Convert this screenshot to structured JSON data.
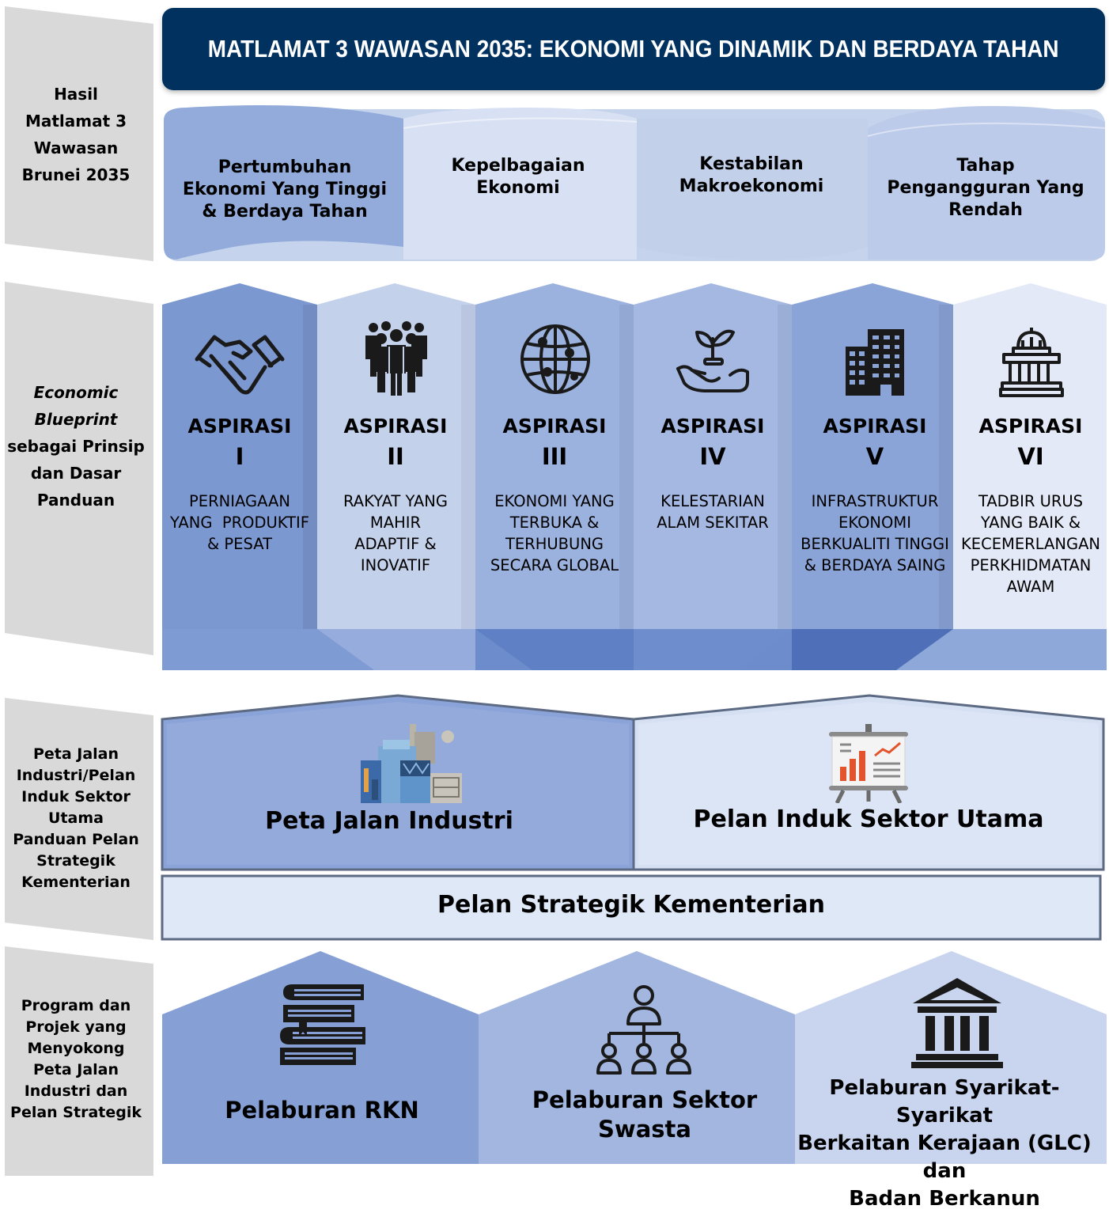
{
  "title": "MATLAMAT 3 WAWASAN 2035: EKONOMI YANG DINAMIK DAN BERDAYA TAHAN",
  "side": {
    "outcomes": [
      "Hasil",
      "Matlamat 3",
      "Wawasan",
      "Brunei 2035"
    ],
    "blueprint": {
      "italic": [
        "Economic",
        "Blueprint"
      ],
      "rest": [
        "sebagai Prinsip",
        "dan Dasar",
        "Panduan"
      ]
    },
    "roadmaps": [
      "Peta Jalan",
      "Industri/Pelan",
      "Induk Sektor",
      "Utama",
      "Panduan Pelan",
      "Strategik",
      "Kementerian"
    ],
    "programs": [
      "Program dan",
      "Projek yang",
      "Menyokong",
      "Peta Jalan",
      "Industri dan",
      "Pelan Strategik"
    ]
  },
  "outcomes": [
    {
      "label": "Pertumbuhan Ekonomi Yang Tinggi & Berdaya Tahan"
    },
    {
      "label": "Kepelbagaian Ekonomi"
    },
    {
      "label": "Kestabilan Makroekonomi"
    },
    {
      "label": "Tahap Pengangguran Yang Rendah"
    }
  ],
  "aspirations": [
    {
      "title": "ASPIRASI",
      "numeral": "I",
      "icon": "handshake-icon",
      "desc": [
        "PERNIAGAAN",
        "YANG  PRODUKTIF",
        "& PESAT"
      ]
    },
    {
      "title": "ASPIRASI",
      "numeral": "II",
      "icon": "people-group-icon",
      "desc": [
        "RAKYAT YANG",
        "MAHIR",
        "ADAPTIF &",
        "INOVATIF"
      ]
    },
    {
      "title": "ASPIRASI",
      "numeral": "III",
      "icon": "globe-network-icon",
      "desc": [
        "EKONOMI YANG",
        "TERBUKA &",
        "TERHUBUNG",
        "SECARA GLOBAL"
      ]
    },
    {
      "title": "ASPIRASI",
      "numeral": "IV",
      "icon": "hand-plant-icon",
      "desc": [
        "KELESTARIAN",
        "ALAM SEKITAR"
      ]
    },
    {
      "title": "ASPIRASI",
      "numeral": "V",
      "icon": "buildings-icon",
      "desc": [
        "INFRASTRUKTUR",
        "EKONOMI",
        "BERKUALITI TINGGI",
        "& BERDAYA SAING"
      ]
    },
    {
      "title": "ASPIRASI",
      "numeral": "VI",
      "icon": "government-building-icon",
      "desc": [
        "TADBIR URUS",
        "YANG BAIK &",
        "KECEMERLANGAN",
        "PERKHIDMATAN",
        "AWAM"
      ]
    }
  ],
  "roadmap": {
    "industry": "Peta Jalan Industri",
    "sector": "Pelan Induk Sektor Utama",
    "ministry": "Pelan Strategik Kementerian"
  },
  "programs": [
    {
      "lines": [
        "Pelaburan RKN"
      ]
    },
    {
      "lines": [
        "Pelaburan Sektor",
        "Swasta"
      ]
    },
    {
      "lines": [
        "Pelaburan Syarikat-Syarikat",
        "Berkaitan Kerajaan (GLC) dan",
        "Badan Berkanun"
      ]
    }
  ],
  "colors": {
    "navy": "#00315f",
    "blue_dark": "#6f8fcc",
    "blue_mid": "#8fa8d9",
    "blue_light": "#d6e0f3",
    "side_grey": "#d9d9d9"
  }
}
